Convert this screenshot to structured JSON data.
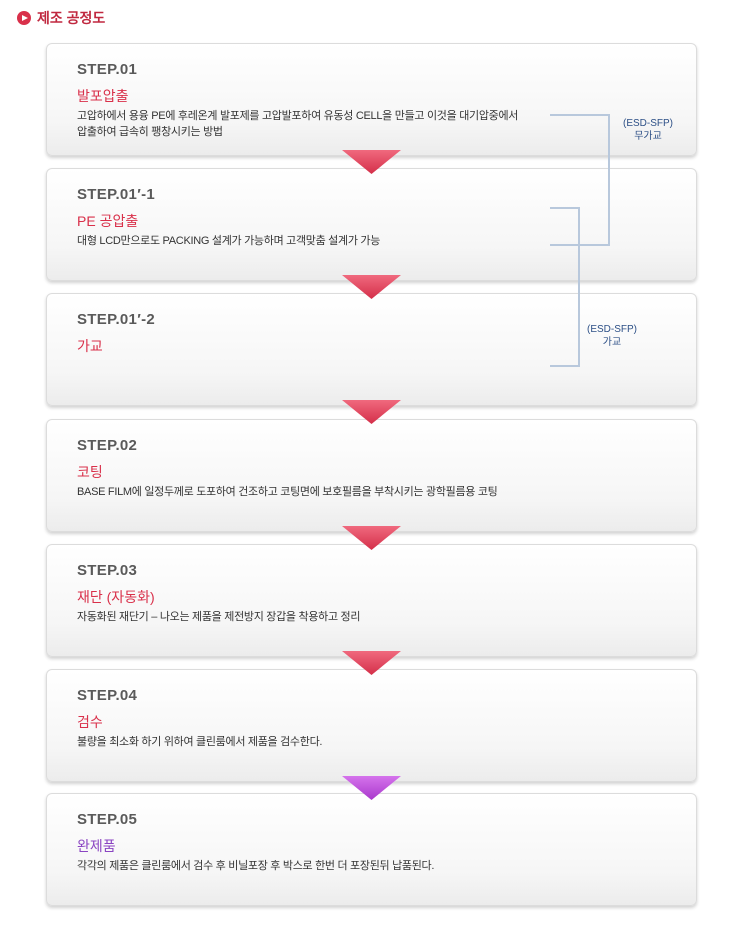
{
  "page": {
    "title": "제조 공정도"
  },
  "steps": [
    {
      "label": "STEP.01",
      "name": "발포압출",
      "desc": [
        "고압하에서 용융 PE에 후레온계 발포제를 고압발포하여 유동성 CELL을 만들고 이것을 대기압중에서",
        "압출하여 급속히 팽창시키는 방법"
      ]
    },
    {
      "label": "STEP.01′-1",
      "name": "PE 공압출",
      "desc": [
        "대형 LCD만으로도 PACKING 설계가 가능하며 고객맞춤 설계가 가능"
      ]
    },
    {
      "label": "STEP.01′-2",
      "name": "가교",
      "desc": []
    },
    {
      "label": "STEP.02",
      "name": "코팅",
      "desc": [
        "BASE FILM에 일정두께로 도포하여 건조하고 코팅면에 보호필름을 부착시키는 광학필름용 코팅"
      ]
    },
    {
      "label": "STEP.03",
      "name": "재단 (자동화)",
      "desc": [
        "자동화된 재단기 – 나오는 제품을 제전방지 장갑을 착용하고 정리"
      ]
    },
    {
      "label": "STEP.04",
      "name": "검수",
      "desc": [
        "불량을 최소화 하기 위하여 클린룸에서 제품을 검수한다."
      ]
    },
    {
      "label": "STEP.05",
      "name": "완제품",
      "desc": [
        "각각의 제품은 클린룸에서 검수 후 비닐포장 후 박스로 한번 더 포장된뒤 납품된다."
      ]
    }
  ],
  "notes": [
    {
      "line1": "(ESD-SFP)",
      "line2": "무가교"
    },
    {
      "line1": "(ESD-SFP)",
      "line2": "가교"
    }
  ],
  "colors": {
    "accent": "#d9304a",
    "arrow": "#e0455f",
    "arrow_last": "#b94bd6",
    "bracket": "#b8c8dc",
    "note": "#2c4f86"
  }
}
